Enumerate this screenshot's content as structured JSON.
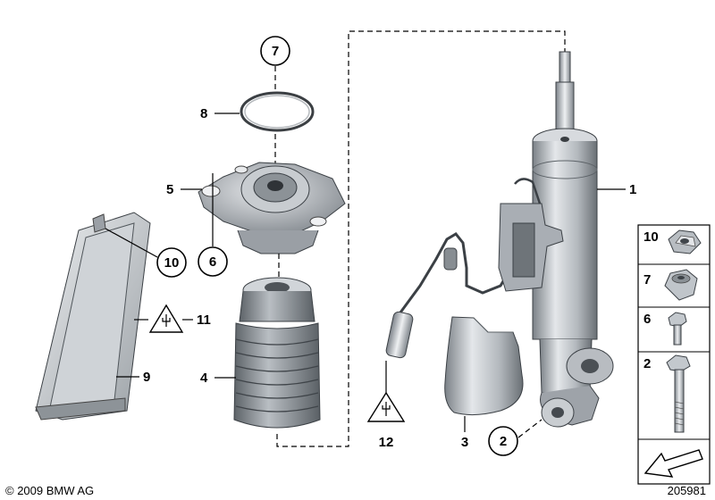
{
  "callouts": {
    "c1": "1",
    "c2": "2",
    "c3": "3",
    "c4": "4",
    "c5": "5",
    "c6": "6",
    "c7": "7",
    "c8": "8",
    "c9": "9",
    "c10": "10",
    "c11": "11",
    "c12": "12"
  },
  "legend": {
    "rows": [
      {
        "num": "10",
        "icon": "collar-nut-icon"
      },
      {
        "num": "7",
        "icon": "hex-nut-icon"
      },
      {
        "num": "6",
        "icon": "short-bolt-icon"
      },
      {
        "num": "2",
        "icon": "long-bolt-icon"
      },
      {
        "num": "",
        "icon": "front-direction-arrow-icon"
      }
    ]
  },
  "footer": {
    "copyright": "© 2009 BMW AG",
    "diagram_number": "205981"
  },
  "colors": {
    "part_light": "#d4d7db",
    "part_mid": "#a6abb1",
    "part_dark": "#6d7378",
    "line": "#000000"
  }
}
